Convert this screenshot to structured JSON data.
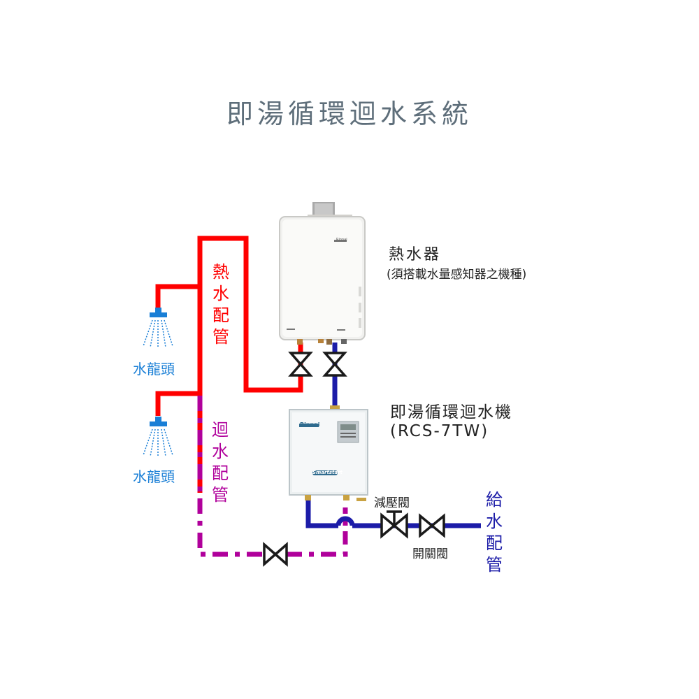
{
  "title": "即湯循環迴水系統",
  "colors": {
    "hot_pipe": "#ff0000",
    "return_pipe": "#b0009b",
    "supply_pipe": "#1c1ca8",
    "faucet": "#1a7fd6",
    "title_text": "#5e6e7a",
    "valve": "#1a1a1a"
  },
  "components": {
    "water_heater": {
      "label": "熱水器",
      "note": "(須搭載水量感知器之機種)",
      "brand": "Rinnai"
    },
    "circulation_unit": {
      "label": "即湯循環迴水機",
      "model": "(RCS-7TW)",
      "brand": "Rinnai",
      "logo_text": "Smartstart"
    },
    "faucets": [
      {
        "label": "水龍頭"
      },
      {
        "label": "水龍頭"
      }
    ]
  },
  "pipes": {
    "hot": [
      "熱",
      "水",
      "配",
      "管"
    ],
    "return": [
      "迴",
      "水",
      "配",
      "管"
    ],
    "supply": [
      "給",
      "水",
      "配",
      "管"
    ]
  },
  "valves": {
    "pressure_reducing": "減壓閥",
    "shutoff": "開關閥"
  }
}
